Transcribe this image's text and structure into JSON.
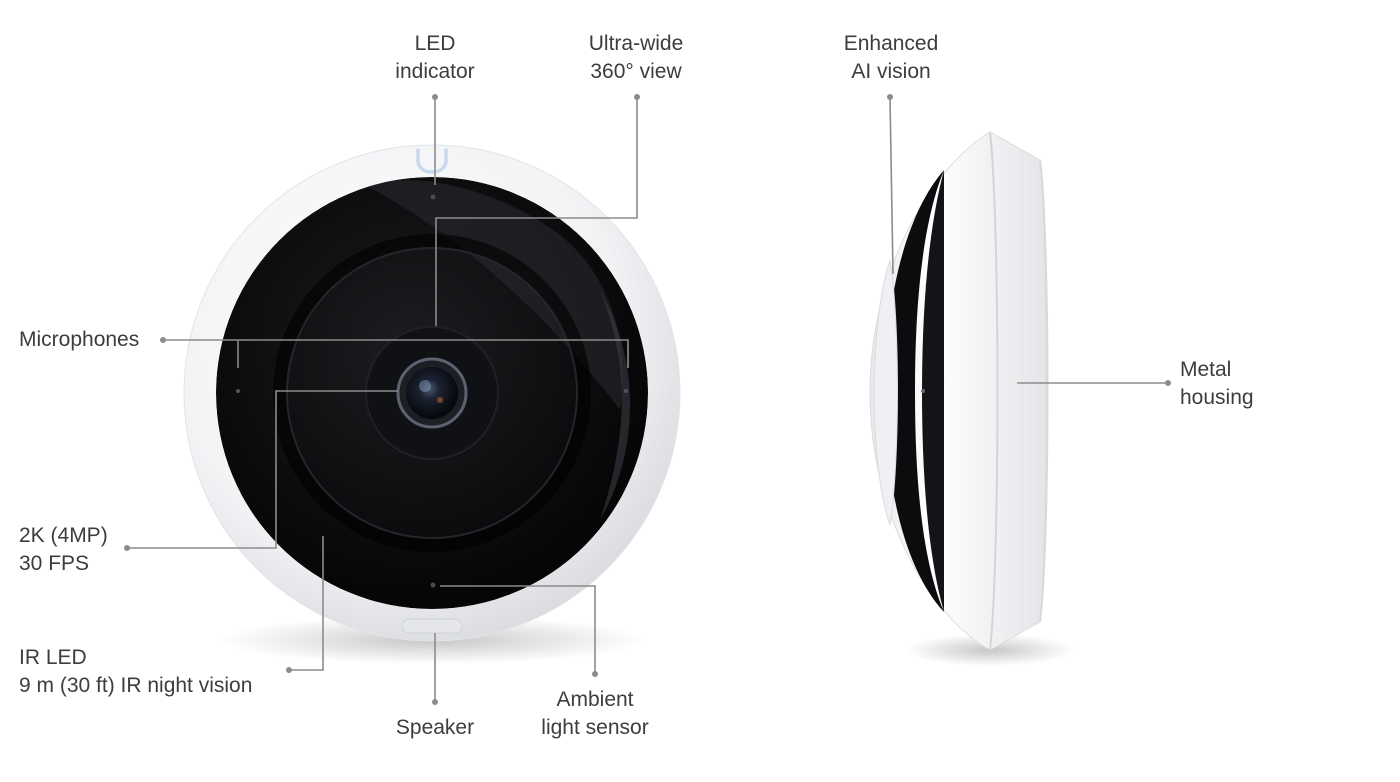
{
  "callouts": {
    "led_indicator": [
      "LED",
      "indicator"
    ],
    "ultra_wide": [
      "Ultra-wide",
      "360° view"
    ],
    "enhanced_ai": [
      "Enhanced",
      "AI vision"
    ],
    "microphones": [
      "Microphones"
    ],
    "metal_housing": [
      "Metal",
      "housing"
    ],
    "resolution": [
      "2K (4MP)",
      "30 FPS"
    ],
    "ir_led": [
      "IR LED",
      "9 m (30 ft) IR night vision"
    ],
    "speaker": [
      "Speaker"
    ],
    "ambient_light": [
      "Ambient",
      "light sensor"
    ]
  },
  "colors": {
    "housing": "#f3f4f6",
    "lens_dome": "#0d0e10",
    "leader_line": "#8c8c8c",
    "logo": "#c9d9ec",
    "text": "#3d3d3d"
  }
}
